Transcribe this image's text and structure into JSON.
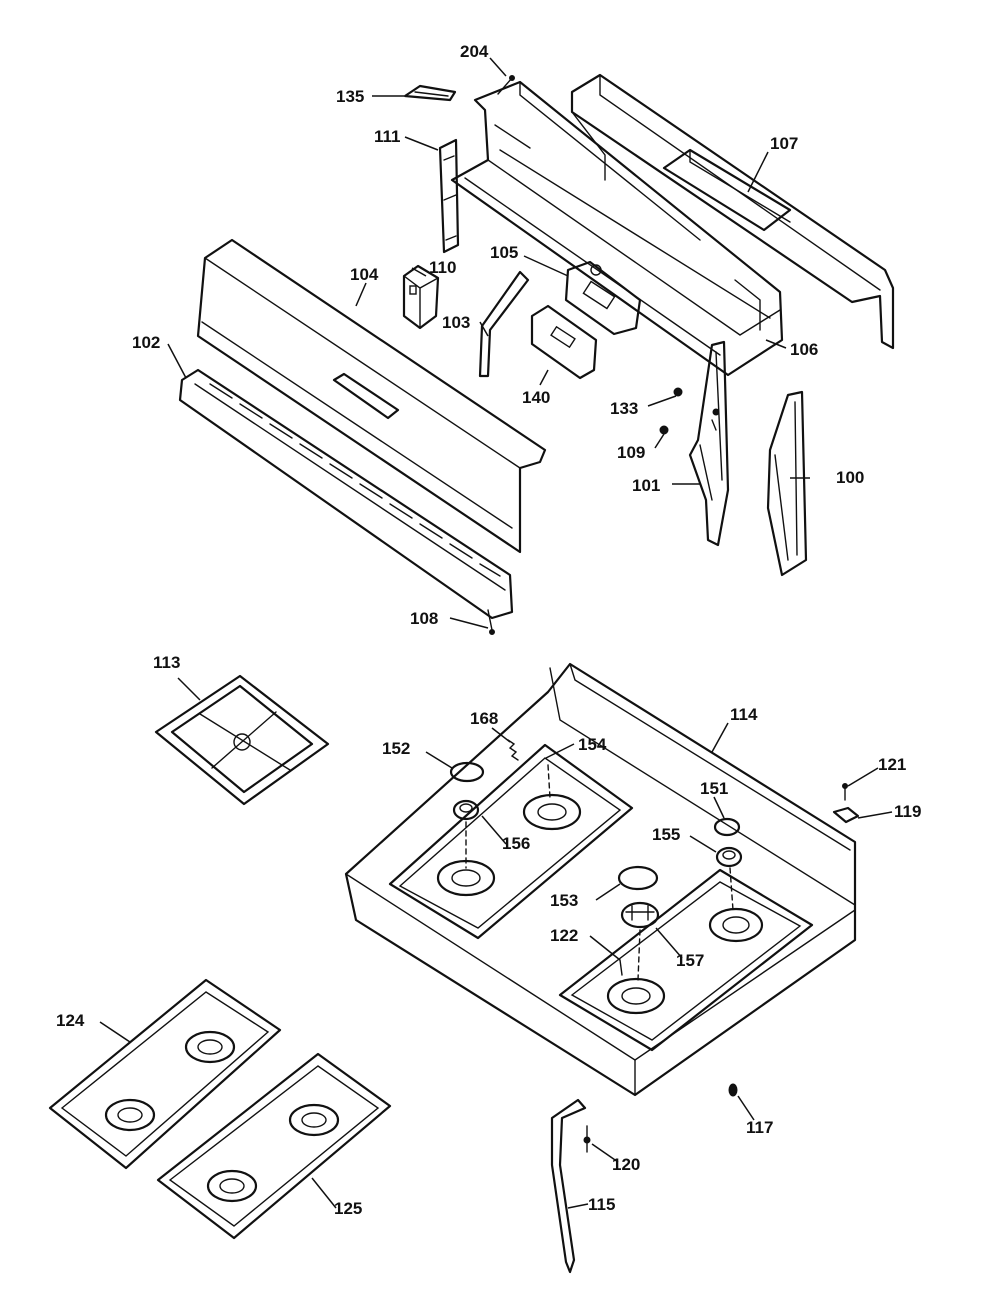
{
  "callouts": {
    "c204": "204",
    "c135": "135",
    "c111": "111",
    "c107": "107",
    "c110": "110",
    "c105": "105",
    "c104": "104",
    "c102": "102",
    "c103": "103",
    "c106": "106",
    "c140": "140",
    "c133": "133",
    "c109": "109",
    "c101": "101",
    "c100": "100",
    "c108": "108",
    "c113": "113",
    "c114": "114",
    "c168": "168",
    "c152": "152",
    "c154": "154",
    "c121": "121",
    "c151": "151",
    "c119": "119",
    "c156": "156",
    "c155": "155",
    "c153": "153",
    "c122": "122",
    "c157": "157",
    "c124": "124",
    "c117": "117",
    "c120": "120",
    "c115": "115",
    "c125": "125"
  }
}
